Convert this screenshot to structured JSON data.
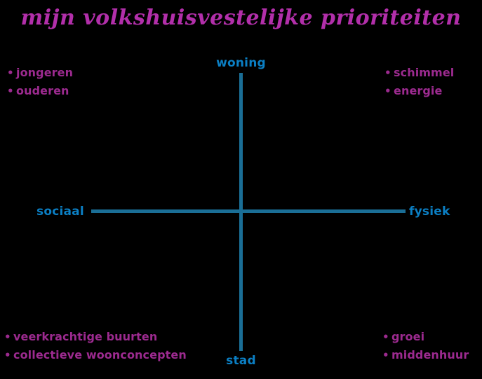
{
  "title": "mijn volkshuisvestelijke prioriteiten",
  "colors": {
    "background": "#000000",
    "title": "#b22faa",
    "bullet_text": "#9c2a8f",
    "axis_label": "#0b7fc4",
    "axis_line": "#1a6e96"
  },
  "axes": {
    "top_label": "woning",
    "bottom_label": "stad",
    "left_label": "sociaal",
    "right_label": "fysiek"
  },
  "bullet_glyph": "•",
  "quadrants": {
    "top_left": {
      "items": [
        {
          "label": "jongeren"
        },
        {
          "label": "ouderen"
        }
      ]
    },
    "top_right": {
      "items": [
        {
          "label": "schimmel"
        },
        {
          "label": "energie"
        }
      ]
    },
    "bottom_left": {
      "items": [
        {
          "label": "veerkrachtige buurten"
        },
        {
          "label": "collectieve woonconcepten"
        }
      ]
    },
    "bottom_right": {
      "items": [
        {
          "label": "groei"
        },
        {
          "label": "middenhuur"
        }
      ]
    }
  },
  "chart_data": {
    "type": "scatter",
    "title": "mijn volkshuisvestelijke prioriteiten",
    "xlabel": "sociaal – fysiek",
    "ylabel": "woning – stad",
    "grid": false,
    "legend": "none",
    "axis_ticks": [],
    "quadrant_axes": {
      "x_negative": "sociaal",
      "x_positive": "fysiek",
      "y_positive": "woning",
      "y_negative": "stad"
    },
    "annotations": [
      {
        "text": "jongeren",
        "quadrant": "top-left",
        "x": -1,
        "y": 1
      },
      {
        "text": "ouderen",
        "quadrant": "top-left",
        "x": -1,
        "y": 1
      },
      {
        "text": "schimmel",
        "quadrant": "top-right",
        "x": 1,
        "y": 1
      },
      {
        "text": "energie",
        "quadrant": "top-right",
        "x": 1,
        "y": 1
      },
      {
        "text": "veerkrachtige buurten",
        "quadrant": "bottom-left",
        "x": -1,
        "y": -1
      },
      {
        "text": "collectieve woonconcepten",
        "quadrant": "bottom-left",
        "x": -1,
        "y": -1
      },
      {
        "text": "groei",
        "quadrant": "bottom-right",
        "x": 1,
        "y": -1
      },
      {
        "text": "middenhuur",
        "quadrant": "bottom-right",
        "x": 1,
        "y": -1
      }
    ]
  }
}
